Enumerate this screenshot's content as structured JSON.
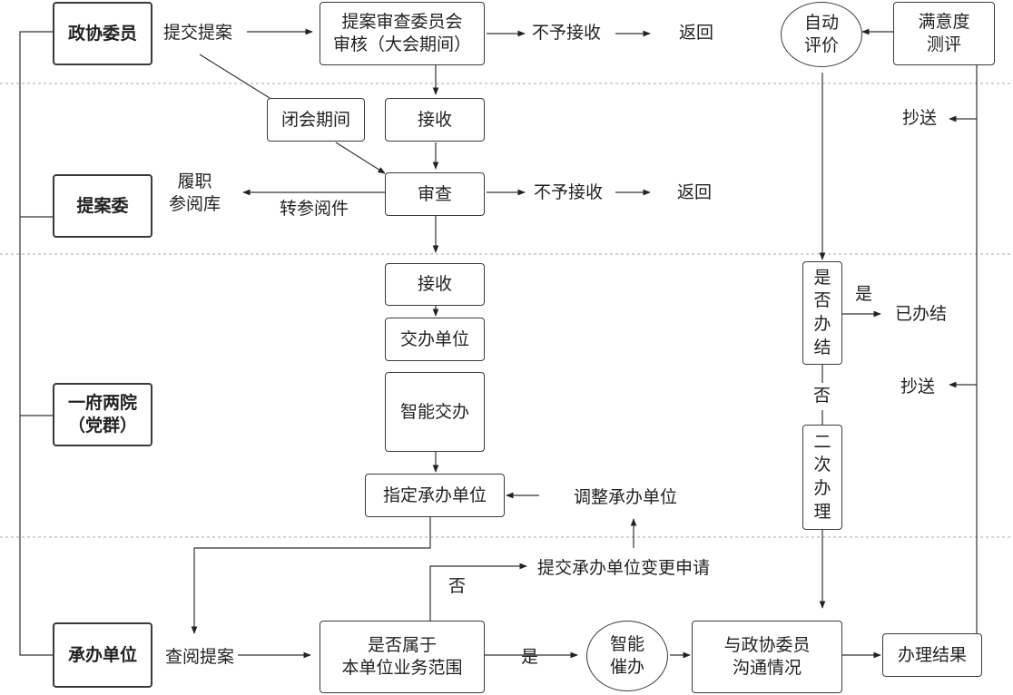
{
  "nodes": {
    "cppcc_members": "政协委员",
    "review_committee": "提案审查委员会\n审核（大会期间）",
    "auto_evaluation": "自动\n评价",
    "satisfaction_survey": "满意度\n测评",
    "recess_period": "闭会期间",
    "receive_1": "接收",
    "proposal_committee": "提案委",
    "review": "审查",
    "receive_2": "接收",
    "assign_unit": "交办单位",
    "is_completed": "是\n否\n办\n结",
    "one_gov_two_courts": "一府两院\n（党群）",
    "smart_assign": "智能交办",
    "second_handling": "二\n次\n办\n理",
    "designate_unit": "指定承办单位",
    "handling_unit": "承办单位",
    "business_scope": "是否属于\n本单位业务范围",
    "smart_urge": "智能\n催办",
    "communicate": "与政协委员\n沟通情况",
    "result": "办理结果"
  },
  "labels": {
    "submit_proposal": "提交提案",
    "reject_1": "不予接收",
    "return_1": "返回",
    "cc_1": "抄送",
    "archive": "履职\n参阅库",
    "forward_ref": "转参阅件",
    "reject_2": "不予接收",
    "return_2": "返回",
    "yes_1": "是",
    "completed": "已办结",
    "no_1": "否",
    "cc_2": "抄送",
    "adjust_unit": "调整承办单位",
    "change_request": "提交承办单位变更申请",
    "no_2": "否",
    "view_proposal": "查阅提案",
    "yes_2": "是"
  }
}
